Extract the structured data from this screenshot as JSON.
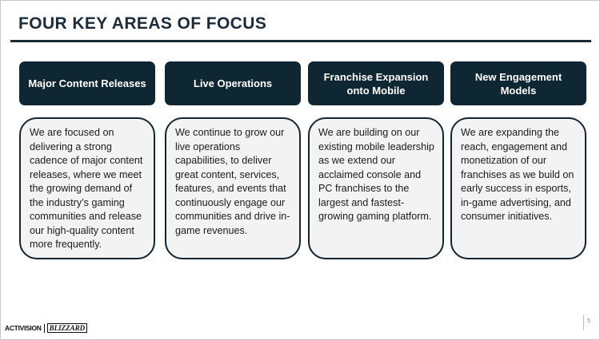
{
  "slide": {
    "title": "FOUR KEY AREAS OF FOCUS",
    "page_number": "5"
  },
  "columns": [
    {
      "header": "Major Content Releases",
      "body": "We are focused on delivering a strong cadence of major content releases, where we meet the growing demand of the industry’s gaming communities and release our high-quality content more frequently."
    },
    {
      "header": "Live Operations",
      "body": "We continue to grow our live operations capabilities, to deliver great content, services, features, and events that continuously engage our communities and drive in-game revenues."
    },
    {
      "header": "Franchise Expansion onto Mobile",
      "body": "We are building on our existing mobile leadership as we extend our acclaimed console and PC franchises to the largest and fastest-growing gaming platform."
    },
    {
      "header": "New Engagement Models",
      "body": "We are expanding the reach, engagement and monetization of our franchises as we build on early success in esports, in-game advertising, and consumer initiatives."
    }
  ],
  "footer": {
    "logo_activision": "ACTIVISION",
    "logo_blizzard": "BLIZZARD"
  },
  "colors": {
    "navy": "#0f2633",
    "title_text": "#1b2b3a",
    "card_fill": "#f3f3f3"
  }
}
